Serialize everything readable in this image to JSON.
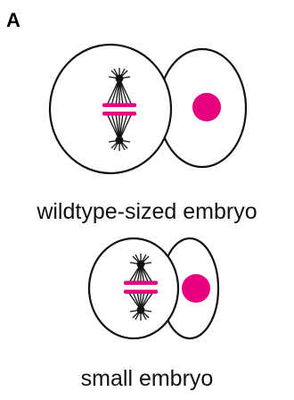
{
  "panel": {
    "label": "A"
  },
  "embryos": [
    {
      "caption": "wildtype-sized embryo"
    },
    {
      "caption": "small embryo"
    }
  ],
  "colors": {
    "chromosome": "#e6007e",
    "nucleus": "#e6007e",
    "outline": "#111111",
    "background": "#ffffff"
  }
}
